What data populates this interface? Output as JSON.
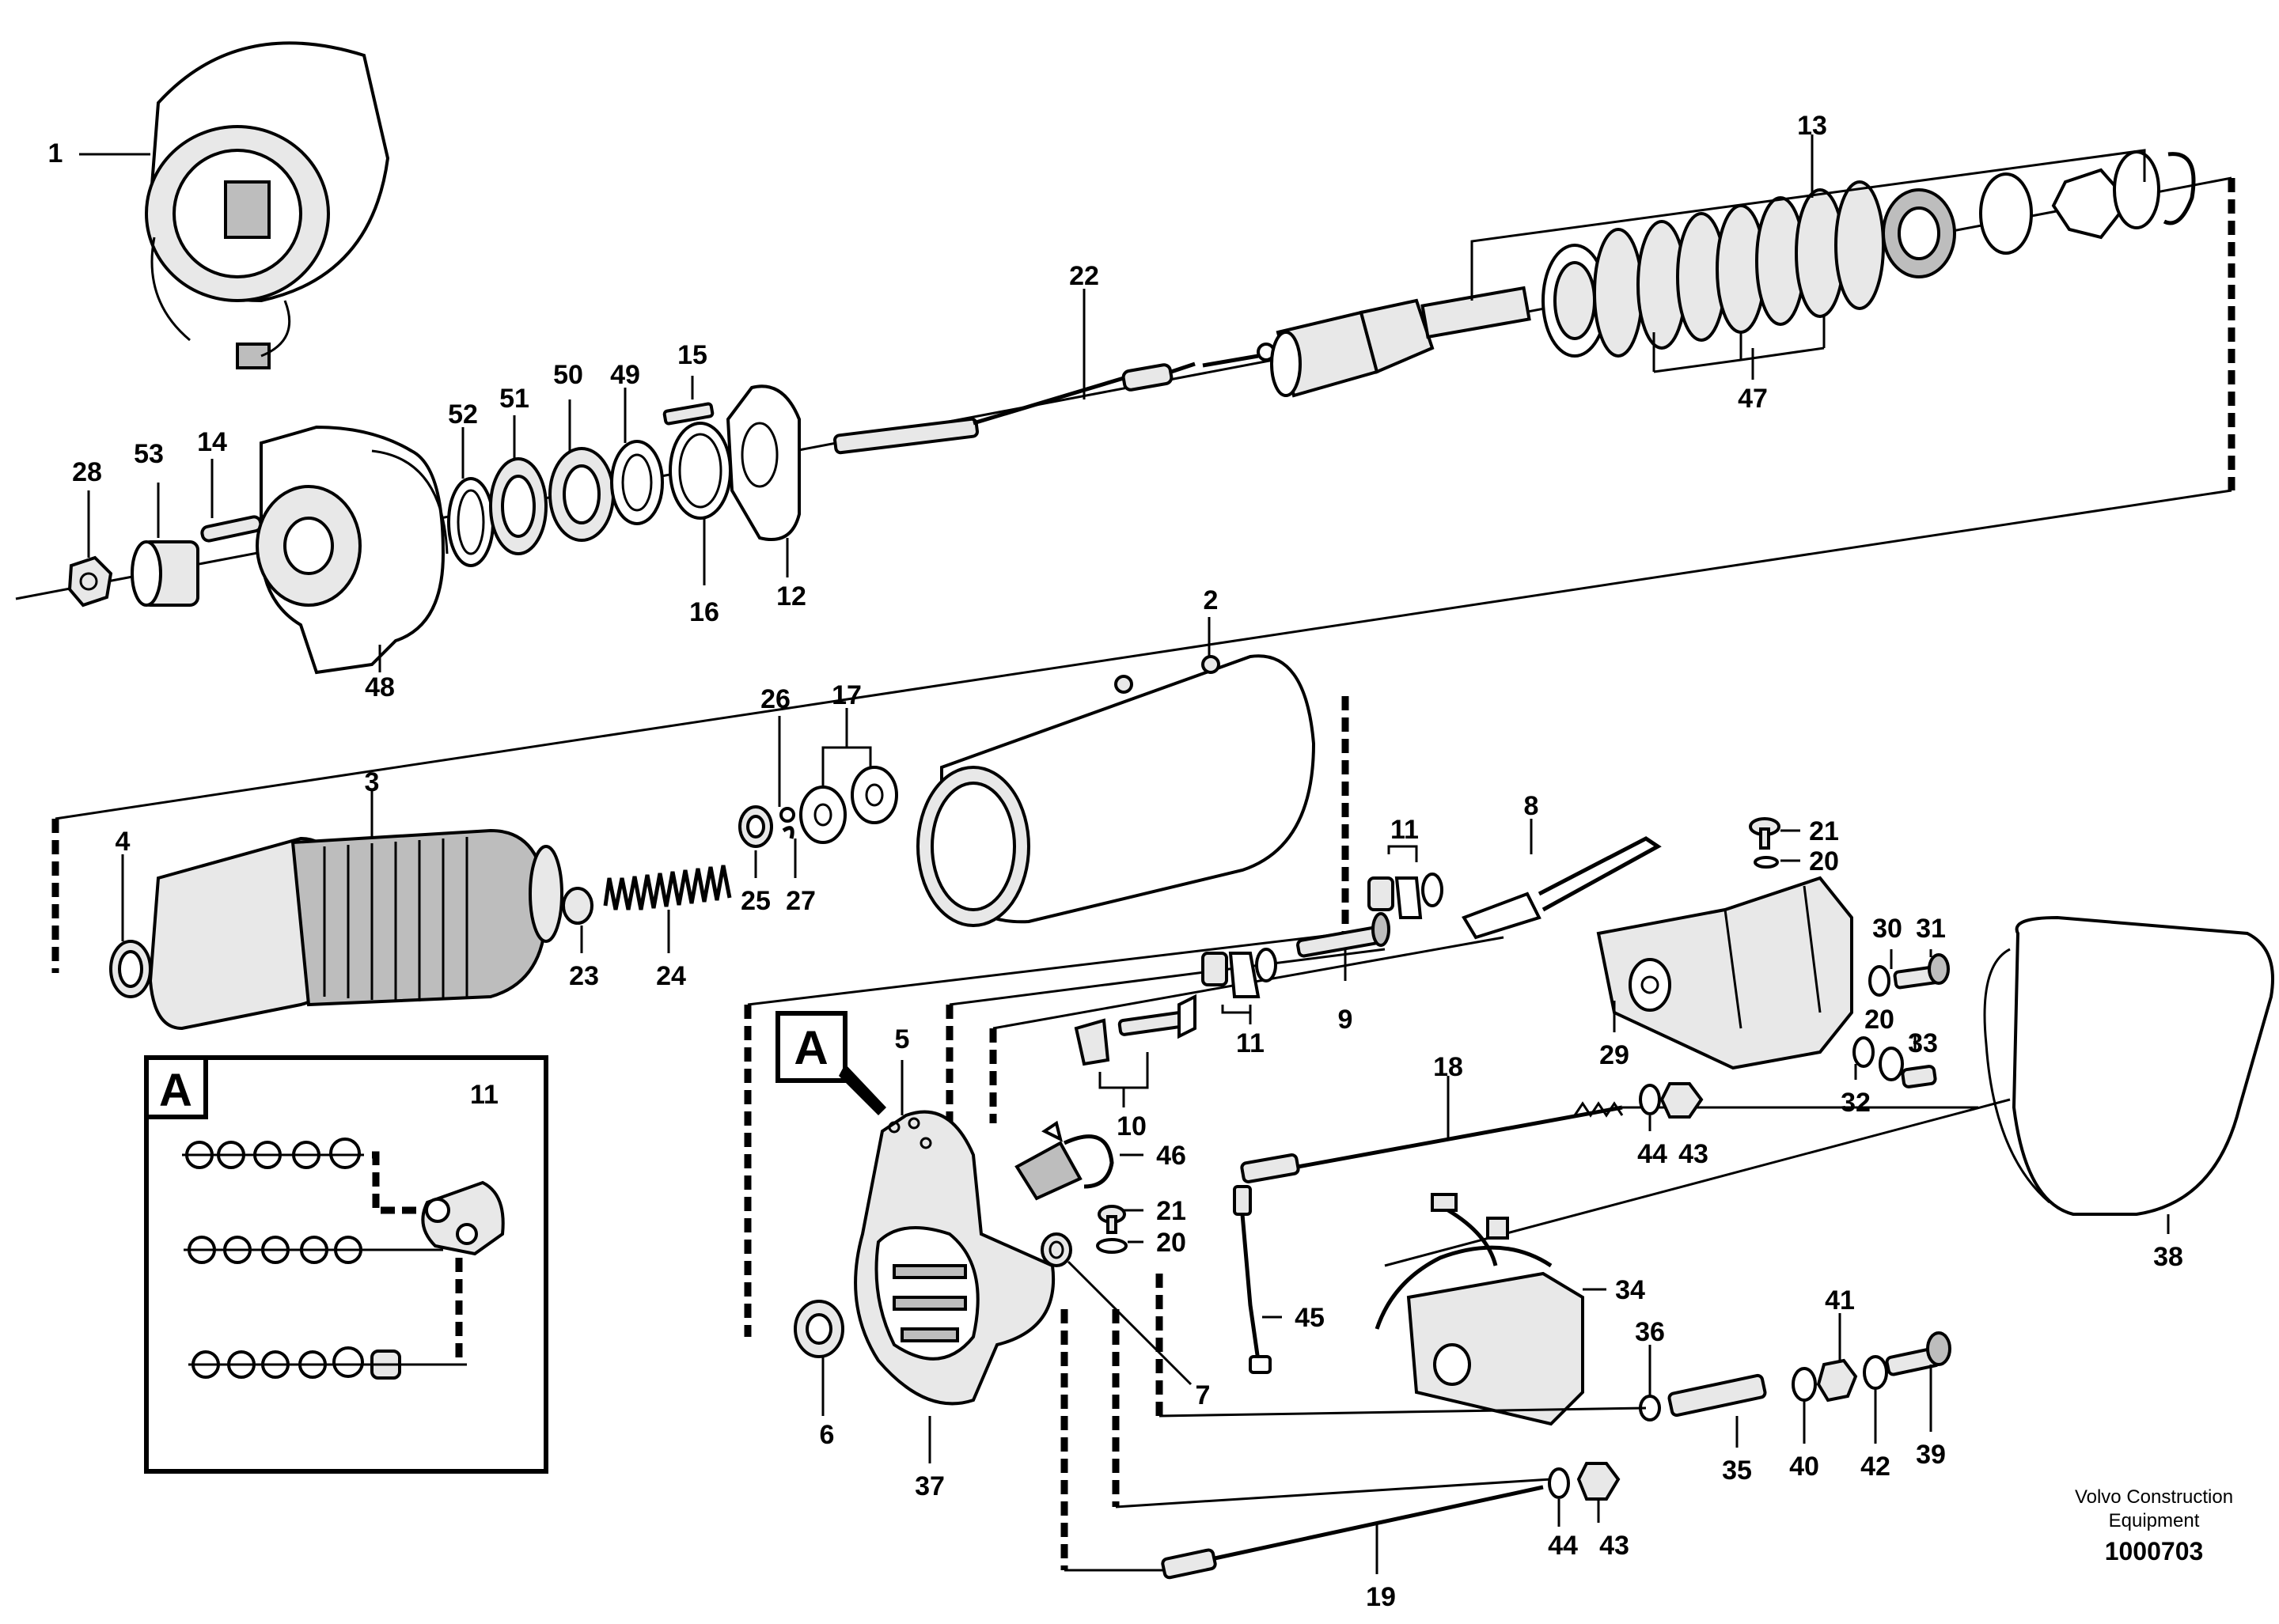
{
  "labels": {
    "l1": "1",
    "l2": "2",
    "l3": "3",
    "l4": "4",
    "l5": "5",
    "l6": "6",
    "l7": "7",
    "l8": "8",
    "l9": "9",
    "l10": "10",
    "l11a": "11",
    "l11b": "11",
    "l11c": "11",
    "l12": "12",
    "l13": "13",
    "l14": "14",
    "l15": "15",
    "l16": "16",
    "l17": "17",
    "l18": "18",
    "l19": "19",
    "l20a": "20",
    "l20b": "20",
    "l20c": "20",
    "l21a": "21",
    "l21b": "21",
    "l22": "22",
    "l23": "23",
    "l24": "24",
    "l25": "25",
    "l26": "26",
    "l27": "27",
    "l28": "28",
    "l29": "29",
    "l30": "30",
    "l31": "31",
    "l32": "32",
    "l33": "33",
    "l34": "34",
    "l35": "35",
    "l36": "36",
    "l37": "37",
    "l38": "38",
    "l39": "39",
    "l40": "40",
    "l41": "41",
    "l42": "42",
    "l43a": "43",
    "l43b": "43",
    "l44a": "44",
    "l44b": "44",
    "l45": "45",
    "l46": "46",
    "l47": "47",
    "l48": "48",
    "l49": "49",
    "l50": "50",
    "l51": "51",
    "l52": "52",
    "l53": "53"
  },
  "detail_marker": "A",
  "detail_box_marker": "A",
  "credit_line1": "Volvo Construction",
  "credit_line2": "Equipment",
  "document_number": "1000703"
}
